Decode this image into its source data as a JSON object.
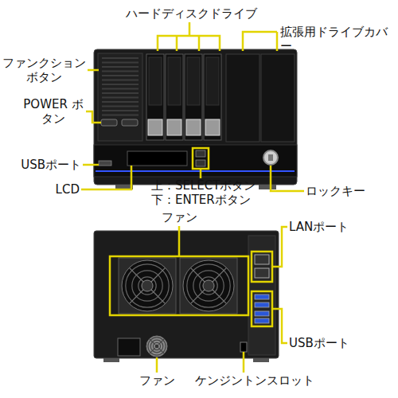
{
  "diagram": {
    "labels": [
      "ハードディスクドライブ",
      "拡張用ドライブカバー",
      "ファンクション ボタン",
      "POWER ボタン",
      "USBポート",
      "LCD",
      "上：SELECTボタン",
      "下：ENTERボタン",
      "ロックキー",
      "ファン",
      "LANポート",
      "USBポート",
      "ファン",
      "ケンジントンスロット"
    ]
  }
}
